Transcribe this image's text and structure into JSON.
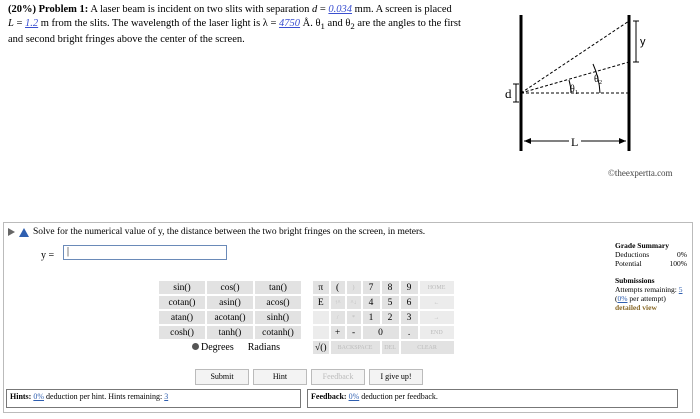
{
  "problem": {
    "header": "(20%)  Problem 1:",
    "text1": "A laser beam is incident on two slits with separation",
    "d_sym": "d",
    "d_val": "0.034",
    "text2": "mm. A screen is placed",
    "L_sym": "L",
    "L_val": "1.2",
    "text3": "m from the slits. The wavelength of the laser light is",
    "lambda_sym": "λ",
    "lambda_val": "4750",
    "text4": "Å. θ",
    "sub1": "1",
    "text5": "and θ",
    "sub2": "2",
    "text6": "are the angles to the first",
    "line3": "and second bright fringes above the center of the screen."
  },
  "figure": {
    "label_d": "d",
    "label_L": "L",
    "label_y": "y",
    "label_t1": "θ₁",
    "label_t2": "θ₂"
  },
  "credit": "©theexpertta.com",
  "question": {
    "text": "Solve for the numerical value of y, the distance between the two bright fringes on the screen, in meters.",
    "var": "y =",
    "answer": "|"
  },
  "funcs": [
    [
      "sin()",
      "cos()",
      "tan()"
    ],
    [
      "cotan()",
      "asin()",
      "acos()"
    ],
    [
      "atan()",
      "acotan()",
      "sinh()"
    ],
    [
      "cosh()",
      "tanh()",
      "cotanh()"
    ]
  ],
  "keys": {
    "pi": "π",
    "lp": "(",
    "rp": ")",
    "E": "E",
    "up": "↑^",
    "upk": "^↓",
    "plus": "+",
    "minus": "-",
    "sqrt": "√()",
    "n7": "7",
    "n8": "8",
    "n9": "9",
    "n4": "4",
    "n5": "5",
    "n6": "6",
    "n1": "1",
    "n2": "2",
    "n3": "3",
    "n0": "0",
    "dot": ".",
    "home": "HOME",
    "left": "←",
    "right": "→",
    "end": "END",
    "back": "BACKSPACE",
    "del": "DEL",
    "clear": "CLEAR",
    "slash": "/",
    "star": "*"
  },
  "angle": {
    "degrees": "Degrees",
    "radians": "Radians"
  },
  "buttons": {
    "submit": "Submit",
    "hint": "Hint",
    "feedback": "Feedback",
    "give_up": "I give up!"
  },
  "hints": {
    "label": "Hints:",
    "pct": "0%",
    "text": "deduction per hint. Hints remaining:",
    "remaining": "3"
  },
  "feedback": {
    "label": "Feedback:",
    "pct": "0%",
    "text": "deduction per feedback."
  },
  "summary": {
    "title": "Grade Summary",
    "deductions_label": "Deductions",
    "deductions": "0%",
    "potential_label": "Potential",
    "potential": "100%",
    "sub_title": "Submissions",
    "attempts": "Attempts remaining:",
    "attempts_val": "5",
    "per_attempt_pct": "0%",
    "per_attempt": "per attempt)",
    "detail": "detailed view"
  }
}
